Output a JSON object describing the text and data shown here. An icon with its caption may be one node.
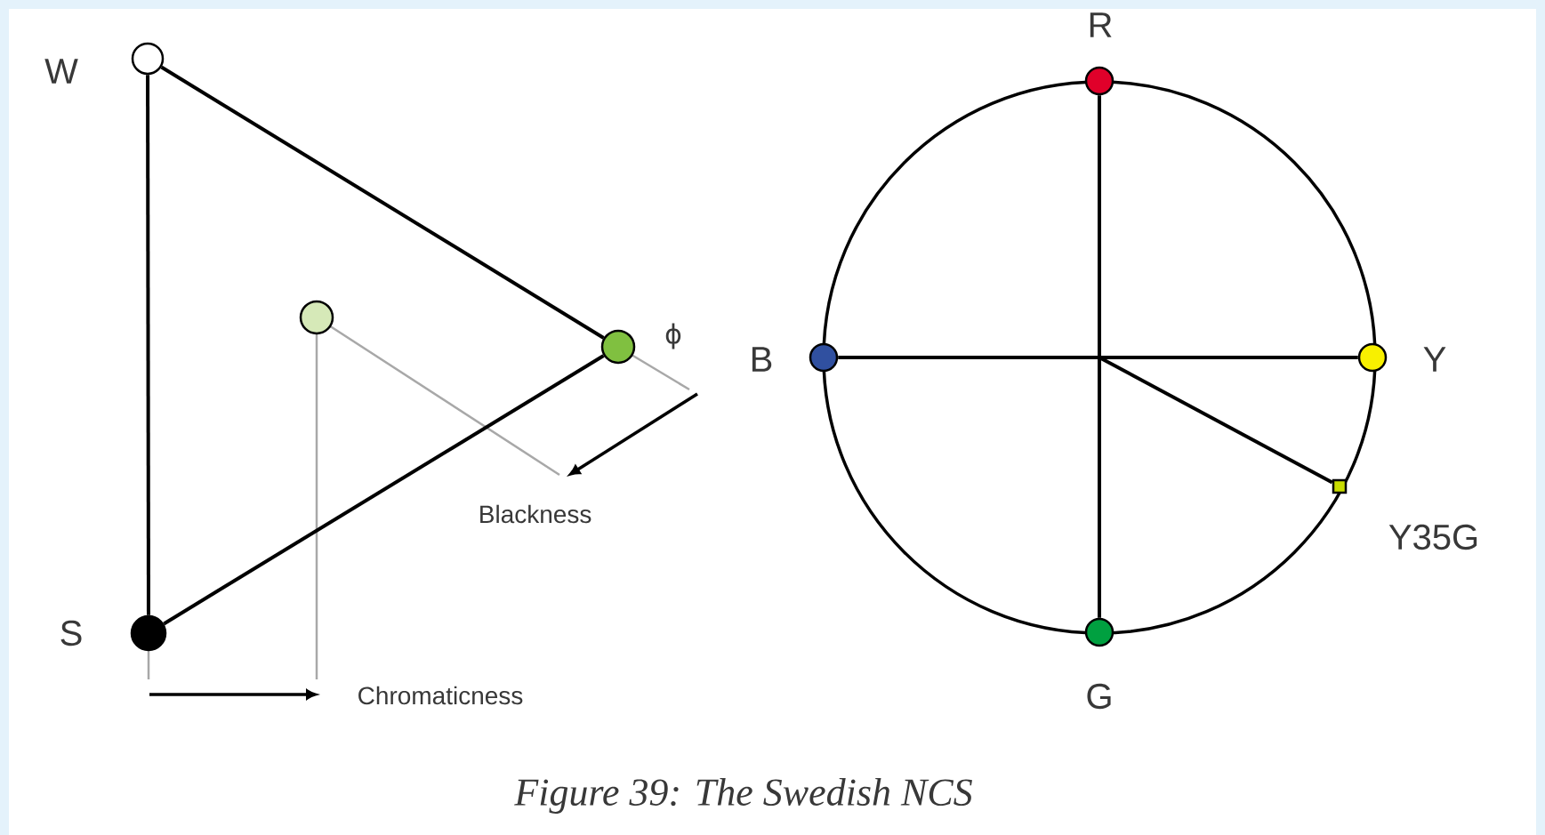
{
  "diagram": {
    "caption": "Figure 39:  The Swedish NCS",
    "nodes": [
      {
        "text": [
          "W"
        ]
      },
      {
        "text": [],
        "shape": "circle"
      },
      {
        "text": [],
        "shape": "circle",
        "beside": [
          "ϕ"
        ]
      },
      {
        "text": [
          "S"
        ]
      },
      {
        "text": [
          "R"
        ]
      },
      {
        "text": [
          "B"
        ]
      },
      {
        "text": [
          "Y"
        ]
      },
      {
        "text": [
          "Y35G"
        ]
      },
      {
        "text": [
          "G"
        ]
      }
    ],
    "edges": [
      {
        "from": 0,
        "to": 3,
        "arrow": "none"
      },
      {
        "from": 0,
        "to": 2,
        "arrow": "none"
      },
      {
        "from": 3,
        "to": 2,
        "arrow": "none"
      },
      {
        "from": 4,
        "to": 8,
        "arrow": "none"
      },
      {
        "from": 5,
        "to": 6,
        "arrow": "none"
      },
      {
        "from": null,
        "to": 7,
        "arrow": "none"
      }
    ],
    "labels": [
      "Blackness",
      "Chromaticness"
    ]
  }
}
